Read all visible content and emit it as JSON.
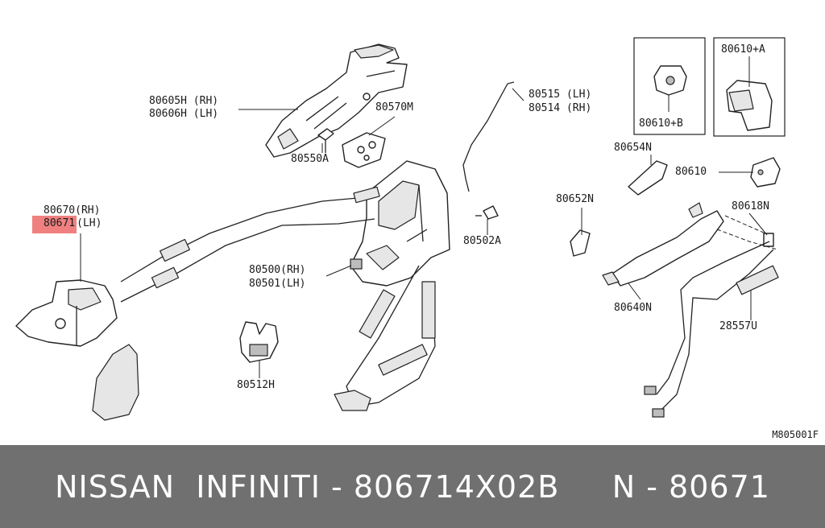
{
  "labels": {
    "p80605h": "80605H (RH)",
    "p80606h": "80606H (LH)",
    "p80570m": "80570M",
    "p80550a": "80550A",
    "p80515": "80515 (LH)",
    "p80514": "80514 (RH)",
    "p80610a": "80610+A",
    "p80610b": "80610+B",
    "p80654n": "80654N",
    "p80610": "80610",
    "p80652n": "80652N",
    "p80618n": "80618N",
    "p80670": "80670(RH)",
    "p80671_num": "80671",
    "p80671_side": "(LH)",
    "p80500": "80500(RH)",
    "p80501": "80501(LH)",
    "p80502a": "80502A",
    "p80640n": "80640N",
    "p28557u": "28557U",
    "p80512h": "80512H",
    "ref_code": "M805001F"
  },
  "footer": {
    "text": "NISSAN  INFINITI - 806714X02B     N - 80671"
  },
  "colors": {
    "highlight": "#f08080",
    "footer_bg": "#707070",
    "footer_text": "#ffffff"
  }
}
